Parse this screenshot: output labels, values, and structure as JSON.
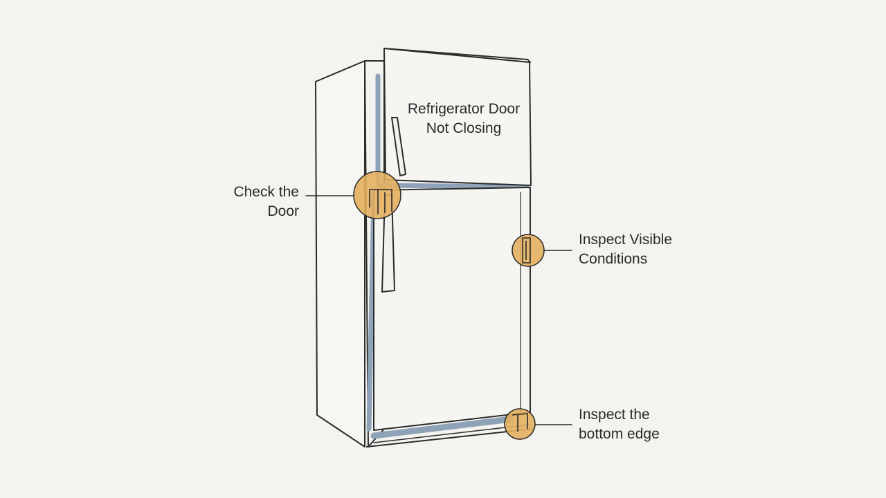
{
  "title": {
    "line1": "Refrigerator Door",
    "line2": "Not Closing"
  },
  "callouts": {
    "door": {
      "line1": "Check the",
      "line2": "Door"
    },
    "visible": {
      "line1": "Inspect Visible",
      "line2": "Conditions"
    },
    "bottom": {
      "line1": "Inspect the",
      "line2": "bottom edge"
    }
  },
  "colors": {
    "background": "#f4f3ef",
    "outline": "#2b2b2b",
    "gasket": "#8fa3b8",
    "highlight": "#e3b061"
  }
}
